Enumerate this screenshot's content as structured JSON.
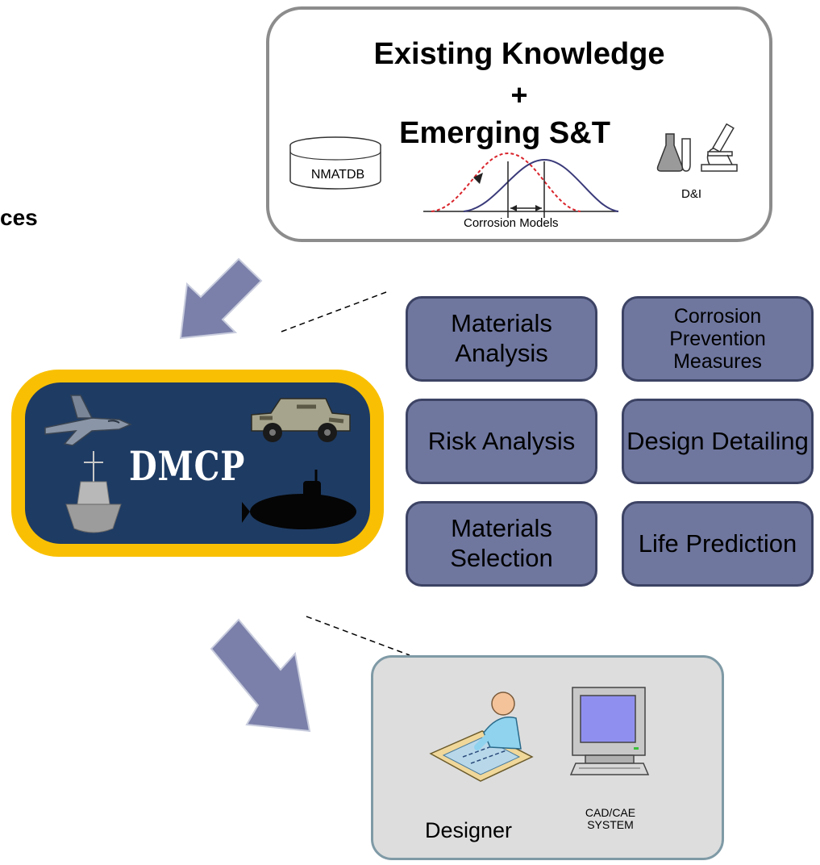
{
  "knowledge": {
    "title_line1": "Existing Knowledge",
    "title_plus": "+",
    "title_line2": "Emerging S&T",
    "db_label": "NMATDB",
    "models_label": "Corrosion Models",
    "lab_label": "D&I"
  },
  "side_text": "ces",
  "dmcp": {
    "label": "DMCP"
  },
  "activities": [
    "Materials Analysis",
    "Corrosion Prevention Measures",
    "Risk Analysis",
    "Design Detailing",
    "Materials Selection",
    "Life Prediction"
  ],
  "design": {
    "designer_label": "Designer",
    "cad_line1": "CAD/CAE",
    "cad_line2": "SYSTEM"
  },
  "colors": {
    "tile_fill": "#6f779f",
    "arrow_fill": "#7b80aa",
    "dmcp_border": "#f9c003",
    "dmcp_fill": "#1e3b63"
  }
}
